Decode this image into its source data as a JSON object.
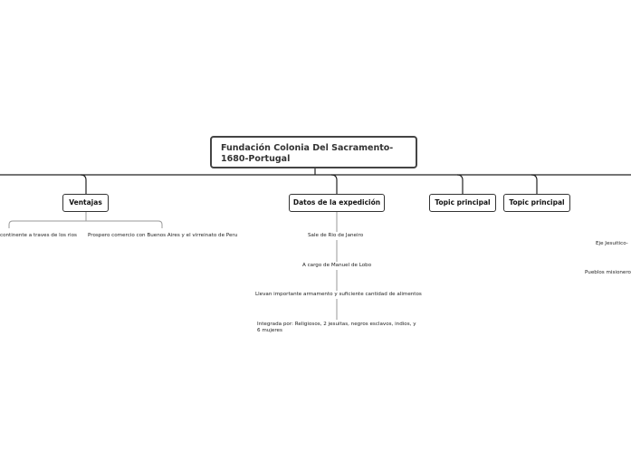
{
  "root": {
    "title": "Fundación Colonia Del Sacramento-1680-Portugal"
  },
  "main_topics": [
    {
      "label": "Ventajas"
    },
    {
      "label": "Datos de la expedición"
    },
    {
      "label": "Topic principal"
    },
    {
      "label": "Topic principal"
    }
  ],
  "ventajas_items": [
    "continente a traves de los rios",
    "Prospero comercio con Buenos Aires y el virreinato de Peru"
  ],
  "expedicion_items": [
    "Sale de Rio de Janeiro",
    "A cargo de Manuel de Lobo",
    "Llevan importante armamento y suficiente cantidad de alimentos",
    "Integrada por: Religiosos, 2 jesuitas, negros esclavos, indios, y 6 mujeres"
  ],
  "right_items": [
    "Eje Jesuitico-",
    "Pueblos misionero"
  ]
}
